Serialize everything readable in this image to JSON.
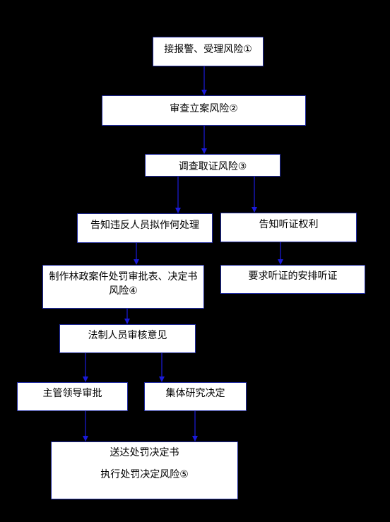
{
  "colors": {
    "background": "#000000",
    "box_fill": "#ffffff",
    "box_border": "#1f2a9e",
    "arrow": "#1a1adb"
  },
  "nodes": {
    "n1": {
      "text": "接报警、受理风险①"
    },
    "n2": {
      "text": "审查立案风险②"
    },
    "n3": {
      "text": "调查取证风险③"
    },
    "n4": {
      "text": "告知违反人员拟作何处理"
    },
    "n5": {
      "text": "告知听证权利"
    },
    "n6": {
      "line1": "制作林政案件处罚审批表、决定书",
      "line2": "风险④"
    },
    "n7": {
      "text": "要求听证的安排听证"
    },
    "n8": {
      "text": "法制人员审核意见"
    },
    "n9": {
      "text": "主管领导审批"
    },
    "n10": {
      "text": "集体研究决定"
    },
    "n11": {
      "line1": "送达处罚决定书",
      "line2": "执行处罚决定风险⑤"
    }
  }
}
